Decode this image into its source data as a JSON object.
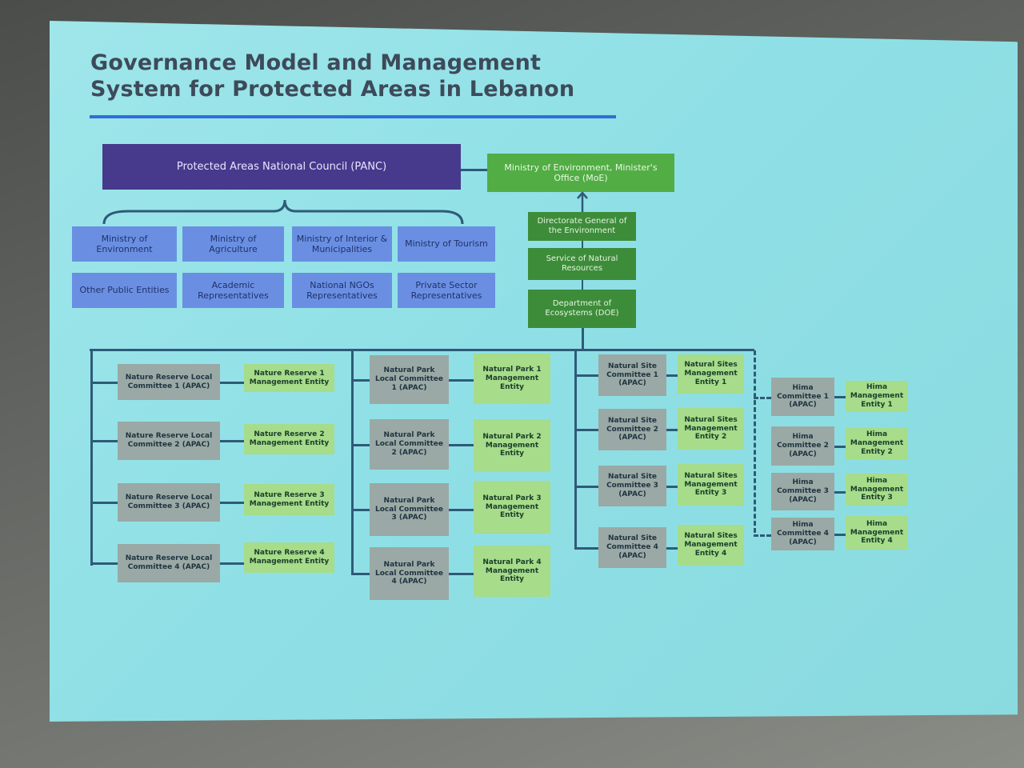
{
  "slide": {
    "title_line1": "Governance Model and Management",
    "title_line2": "System for Protected Areas in Lebanon"
  },
  "panc": "Protected Areas National Council (PANC)",
  "moe_office": "Ministry of Environment, Minister's Office (MoE)",
  "members": [
    "Ministry of Environment",
    "Ministry of Agriculture",
    "Ministry of Interior & Municipalities",
    "Ministry of Tourism",
    "Other Public Entities",
    "Academic Representatives",
    "National NGOs Representatives",
    "Private Sector Representatives"
  ],
  "moe_chain": [
    "Directorate General of the Environment",
    "Service of Natural Resources",
    "Department of Ecosystems (DOE)"
  ],
  "nature_reserves": {
    "committees": [
      "Nature Reserve Local Committee 1 (APAC)",
      "Nature Reserve Local Committee 2 (APAC)",
      "Nature Reserve Local Committee 3 (APAC)",
      "Nature Reserve Local Committee 4 (APAC)"
    ],
    "entities": [
      "Nature Reserve 1 Management Entity",
      "Nature Reserve 2 Management Entity",
      "Nature Reserve 3 Management Entity",
      "Nature Reserve 4 Management Entity"
    ]
  },
  "natural_parks": {
    "committees": [
      "Natural Park Local Committee 1 (APAC)",
      "Natural Park Local Committee 2 (APAC)",
      "Natural Park Local Committee 3 (APAC)",
      "Natural Park Local Committee 4 (APAC)"
    ],
    "entities": [
      "Natural Park 1 Management Entity",
      "Natural Park 2 Management Entity",
      "Natural Park 3 Management Entity",
      "Natural Park 4 Management Entity"
    ]
  },
  "natural_sites": {
    "committees": [
      "Natural Site Committee 1 (APAC)",
      "Natural Site Committee 2 (APAC)",
      "Natural Site Committee 3 (APAC)",
      "Natural Site Committee 4 (APAC)"
    ],
    "entities": [
      "Natural Sites Management Entity 1",
      "Natural Sites Management Entity 2",
      "Natural Sites Management Entity 3",
      "Natural Sites Management Entity 4"
    ]
  },
  "himas": {
    "committees": [
      "Hima Committee 1 (APAC)",
      "Hima Committee 2 (APAC)",
      "Hima Committee 3 (APAC)",
      "Hima Committee 4 (APAC)"
    ],
    "entities": [
      "Hima Management Entity 1",
      "Hima Management Entity 2",
      "Hima Management Entity 3",
      "Hima Management Entity 4"
    ]
  },
  "colors": {
    "panc": "#473a8c",
    "moe": "#52ad45",
    "members": "#6a8fe2",
    "committee": "#9aa9a5",
    "entity": "#a6dc8a",
    "slide": "#8fe0e6"
  }
}
